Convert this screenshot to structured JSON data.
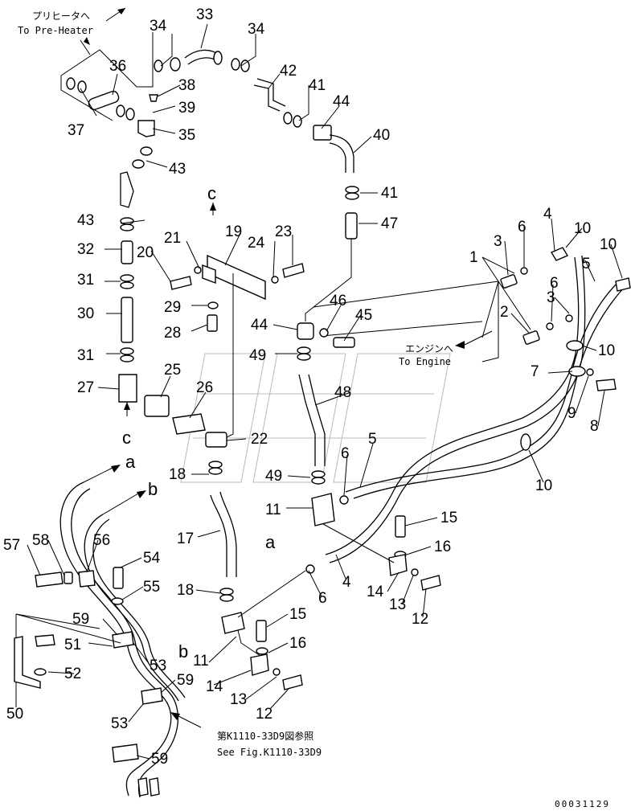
{
  "part_numbers": [
    {
      "key": "34a",
      "text": "34"
    },
    {
      "key": "33",
      "text": "33"
    },
    {
      "key": "34b",
      "text": "34"
    },
    {
      "key": "36",
      "text": "36"
    },
    {
      "key": "37",
      "text": "37"
    },
    {
      "key": "38",
      "text": "38"
    },
    {
      "key": "39",
      "text": "39"
    },
    {
      "key": "35",
      "text": "35"
    },
    {
      "key": "42",
      "text": "42"
    },
    {
      "key": "41a",
      "text": "41"
    },
    {
      "key": "44a",
      "text": "44"
    },
    {
      "key": "40",
      "text": "40"
    },
    {
      "key": "43a",
      "text": "43"
    },
    {
      "key": "41b",
      "text": "41"
    },
    {
      "key": "43b",
      "text": "43"
    },
    {
      "key": "47",
      "text": "47"
    },
    {
      "key": "19",
      "text": "19"
    },
    {
      "key": "21",
      "text": "21"
    },
    {
      "key": "23",
      "text": "23"
    },
    {
      "key": "24",
      "text": "24"
    },
    {
      "key": "32",
      "text": "32"
    },
    {
      "key": "20",
      "text": "20"
    },
    {
      "key": "31a",
      "text": "31"
    },
    {
      "key": "29",
      "text": "29"
    },
    {
      "key": "30",
      "text": "30"
    },
    {
      "key": "28",
      "text": "28"
    },
    {
      "key": "44b",
      "text": "44"
    },
    {
      "key": "46",
      "text": "46"
    },
    {
      "key": "45",
      "text": "45"
    },
    {
      "key": "31b",
      "text": "31"
    },
    {
      "key": "49a",
      "text": "49"
    },
    {
      "key": "27",
      "text": "27"
    },
    {
      "key": "25",
      "text": "25"
    },
    {
      "key": "26",
      "text": "26"
    },
    {
      "key": "48",
      "text": "48"
    },
    {
      "key": "22",
      "text": "22"
    },
    {
      "key": "18a",
      "text": "18"
    },
    {
      "key": "49b",
      "text": "49"
    },
    {
      "key": "6a",
      "text": "6"
    },
    {
      "key": "5a",
      "text": "5"
    },
    {
      "key": "17",
      "text": "17"
    },
    {
      "key": "11a",
      "text": "11"
    },
    {
      "key": "15a",
      "text": "15"
    },
    {
      "key": "16a",
      "text": "16"
    },
    {
      "key": "57",
      "text": "57"
    },
    {
      "key": "58",
      "text": "58"
    },
    {
      "key": "56",
      "text": "56"
    },
    {
      "key": "54",
      "text": "54"
    },
    {
      "key": "55",
      "text": "55"
    },
    {
      "key": "18b",
      "text": "18"
    },
    {
      "key": "6b",
      "text": "6"
    },
    {
      "key": "4a",
      "text": "4"
    },
    {
      "key": "14a",
      "text": "14"
    },
    {
      "key": "13a",
      "text": "13"
    },
    {
      "key": "12a",
      "text": "12"
    },
    {
      "key": "59a",
      "text": "59"
    },
    {
      "key": "15b",
      "text": "15"
    },
    {
      "key": "51",
      "text": "51"
    },
    {
      "key": "53a",
      "text": "53"
    },
    {
      "key": "16b",
      "text": "16"
    },
    {
      "key": "11b",
      "text": "11"
    },
    {
      "key": "52",
      "text": "52"
    },
    {
      "key": "59b",
      "text": "59"
    },
    {
      "key": "14b",
      "text": "14"
    },
    {
      "key": "13b",
      "text": "13"
    },
    {
      "key": "50",
      "text": "50"
    },
    {
      "key": "53b",
      "text": "53"
    },
    {
      "key": "12b",
      "text": "12"
    },
    {
      "key": "59c",
      "text": "59"
    },
    {
      "key": "4b",
      "text": "4"
    },
    {
      "key": "10a",
      "text": "10"
    },
    {
      "key": "3a",
      "text": "3"
    },
    {
      "key": "6c",
      "text": "6"
    },
    {
      "key": "10b",
      "text": "10"
    },
    {
      "key": "1",
      "text": "1"
    },
    {
      "key": "5b",
      "text": "5"
    },
    {
      "key": "6d",
      "text": "6"
    },
    {
      "key": "3b",
      "text": "3"
    },
    {
      "key": "2",
      "text": "2"
    },
    {
      "key": "10c",
      "text": "10"
    },
    {
      "key": "7",
      "text": "7"
    },
    {
      "key": "9",
      "text": "9"
    },
    {
      "key": "8",
      "text": "8"
    },
    {
      "key": "10d",
      "text": "10"
    }
  ],
  "annotations": {
    "preheater_jp": "プリヒータへ",
    "preheater_en": "To Pre-Heater",
    "engine_jp": "エンジンへ",
    "engine_en": "To Engine",
    "seefig_jp": "第K1110-33D9図参照",
    "seefig_en": "See Fig.K1110-33D9"
  },
  "connection_letters": {
    "c_top": "c",
    "c_bottom": "c",
    "a_left": "a",
    "a_mid": "a",
    "b_left": "b",
    "b_mid": "b"
  },
  "drawing_code": "00031129"
}
